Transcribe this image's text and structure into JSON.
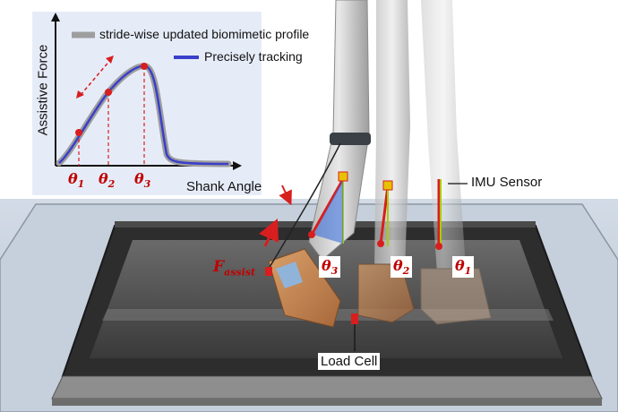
{
  "inset": {
    "y_axis_label": "Assistive Force",
    "x_axis_label": "Shank Angle",
    "legend": [
      {
        "label": "stride-wise updated biomimetic profile",
        "color": "#9e9e9e"
      },
      {
        "label": "Precisely tracking",
        "color": "#3a3fc9"
      }
    ],
    "markers": [
      {
        "symbol": "θ",
        "sub": "1"
      },
      {
        "symbol": "θ",
        "sub": "2"
      },
      {
        "symbol": "θ",
        "sub": "3"
      }
    ]
  },
  "scene": {
    "force_label": {
      "symbol": "F",
      "sub": "assist"
    },
    "theta_labels": [
      {
        "symbol": "θ",
        "sub": "3"
      },
      {
        "symbol": "θ",
        "sub": "2"
      },
      {
        "symbol": "θ",
        "sub": "1"
      }
    ],
    "imu_label": "IMU Sensor",
    "load_cell_label": "Load Cell"
  },
  "colors": {
    "red_marker": "#d81e1e",
    "blue_line": "#3a3fc9",
    "gray_profile": "#9e9e9e",
    "inset_bg": "#e6ecf7"
  }
}
